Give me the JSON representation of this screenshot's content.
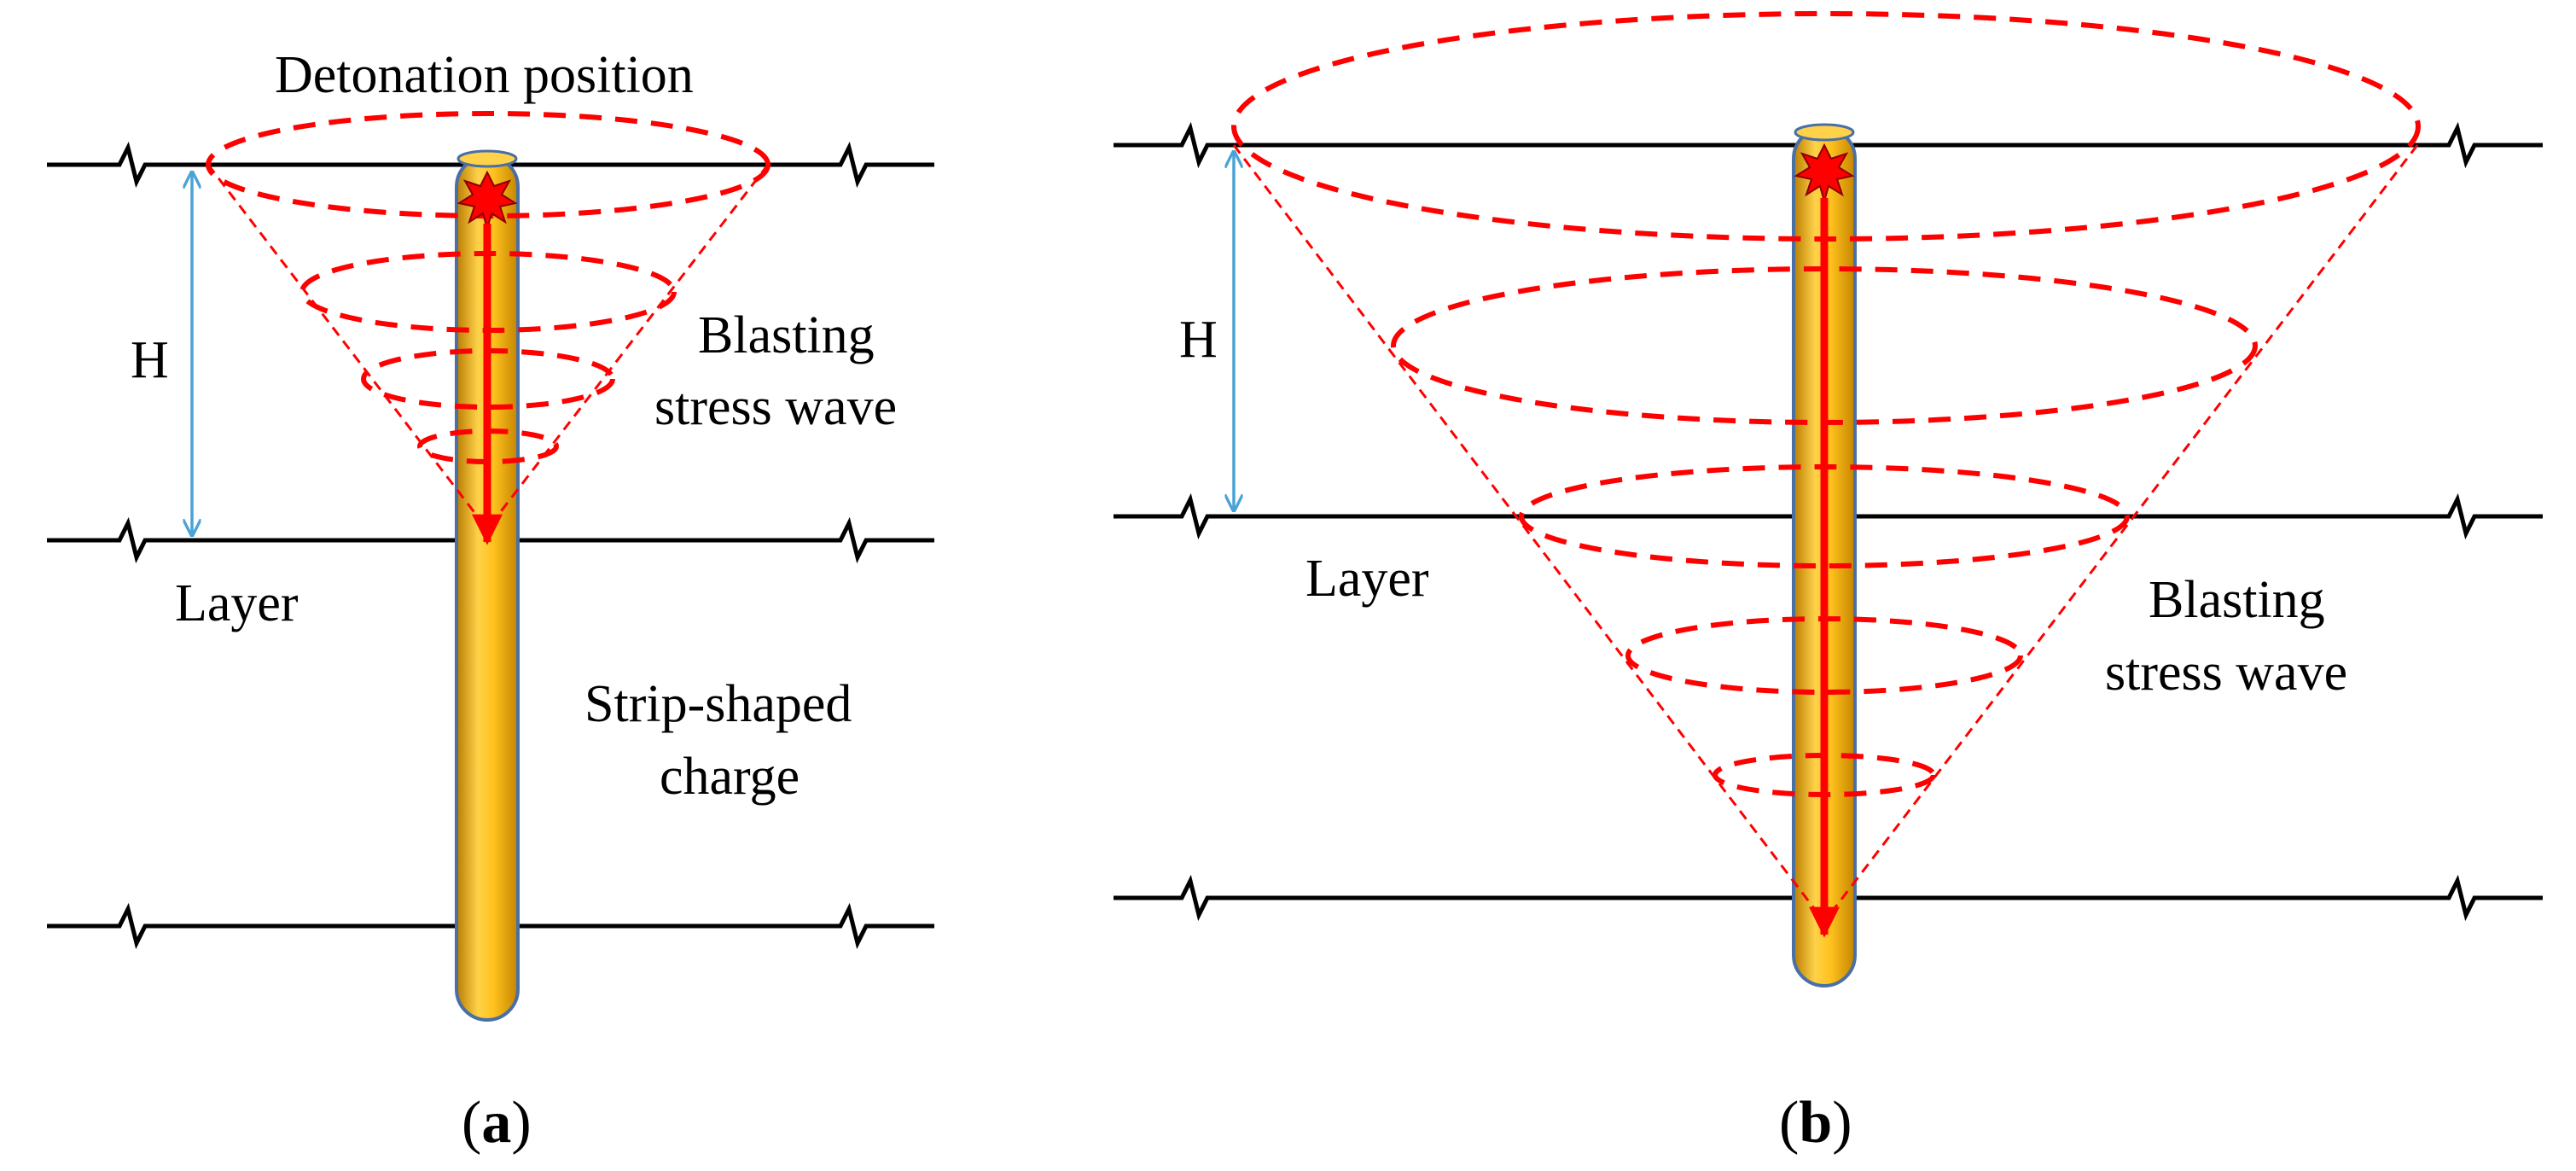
{
  "colors": {
    "layer_line": "#000000",
    "dimension": "#4aa3d6",
    "wave": "#ff0000",
    "charge_light": "#ffc21e",
    "charge_dark": "#c98a00",
    "charge_edge": "#4a6fa5"
  },
  "icons": [
    "detonation-burst-icon",
    "propagation-arrow-icon",
    "layer-break-symbol"
  ],
  "panel_a": {
    "caption_open": "(",
    "caption_letter": "a",
    "caption_close": ")",
    "detonation_label": "Detonation position",
    "dimension_label": "H",
    "wave_label_line1": "Blasting",
    "wave_label_line2": "stress wave",
    "layer_label": "Layer",
    "charge_label_line1": "Strip-shaped",
    "charge_label_line2": "charge"
  },
  "panel_b": {
    "caption_open": "(",
    "caption_letter": "b",
    "caption_close": ")",
    "dimension_label": "H",
    "layer_label": "Layer",
    "wave_label_line1": "Blasting",
    "wave_label_line2": "stress wave"
  }
}
